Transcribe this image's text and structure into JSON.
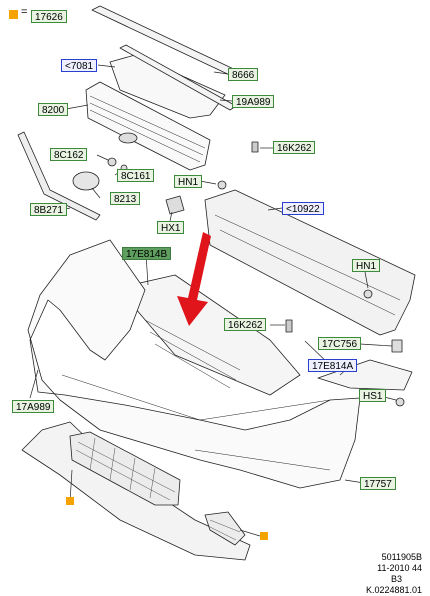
{
  "legend": {
    "equals": "=",
    "part": "17626",
    "marker_color": "#f5a300"
  },
  "labels": {
    "l7081": "<7081",
    "l8666": "8666",
    "l8200": "8200",
    "l19a989": "19A989",
    "l8c162": "8C162",
    "l16k262a": "16K262",
    "l8c161": "8C161",
    "lhn1a": "HN1",
    "l8213": "8213",
    "l8b271": "8B271",
    "l10922": "<10922",
    "lhx1": "HX1",
    "l17e814b": "17E814B",
    "lhn1b": "HN1",
    "l16k262b": "16K262",
    "l17c756": "17C756",
    "l17e814a": "17E814A",
    "lhs1": "HS1",
    "l17a989": "17A989",
    "l17757": "17757"
  },
  "reference": [
    "5011905B",
    "11-2010 44",
    "B3",
    "K.0224881.01"
  ],
  "colors": {
    "green_frame": "#3d8a3d",
    "blue_frame": "#2b3fcf",
    "highlight": "#5e9e5e",
    "arrow": "#e0141b",
    "marker": "#f5a300"
  }
}
